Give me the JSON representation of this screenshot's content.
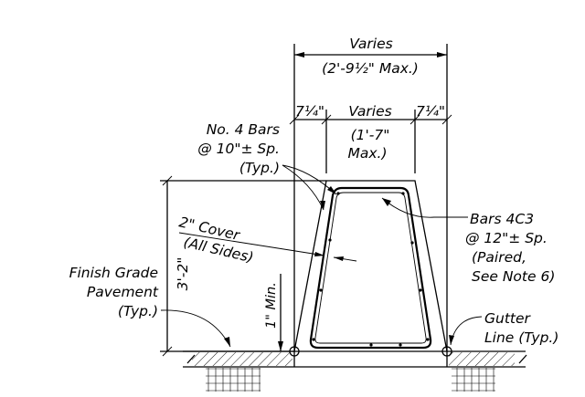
{
  "labels": {
    "top_varies": "Varies",
    "top_max": "(2'-9½\" Max.)",
    "side_left": "7¼\"",
    "mid_varies": "Varies",
    "side_right": "7¼\"",
    "mid_max_1": "(1'-7\"",
    "mid_max_2": "Max.)",
    "no4_1": "No. 4 Bars",
    "no4_2": "@ 10\"± Sp.",
    "no4_3": "(Typ.)",
    "bars4c3_1": "Bars 4C3",
    "bars4c3_2": "@ 12\"± Sp.",
    "bars4c3_3": "(Paired,",
    "bars4c3_4": "See Note 6)",
    "cover_1": "2\" Cover",
    "cover_2": "(All Sides)",
    "height": "3'-2\"",
    "min": "1\" Min.",
    "finish_1": "Finish Grade",
    "finish_2": "Pavement",
    "finish_3": "(Typ.)",
    "gutter_1": "Gutter",
    "gutter_2": "Line (Typ.)"
  }
}
